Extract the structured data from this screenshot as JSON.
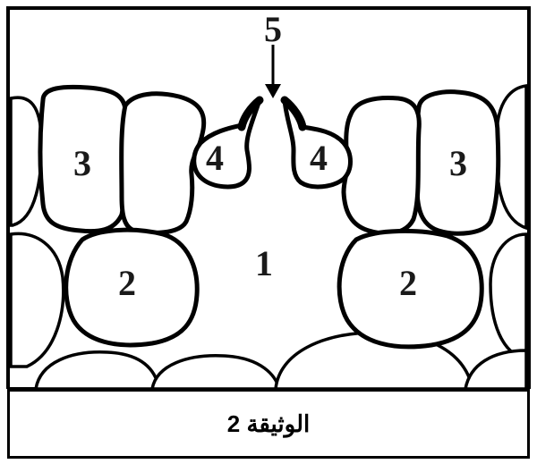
{
  "labels": {
    "cavity": "1",
    "cell_bottom_left": "2",
    "cell_bottom_right": "2",
    "cell_top_left": "3",
    "cell_top_right": "3",
    "guard_left": "4",
    "guard_right": "4",
    "pore": "5"
  },
  "caption": "الوثيقة 2"
}
